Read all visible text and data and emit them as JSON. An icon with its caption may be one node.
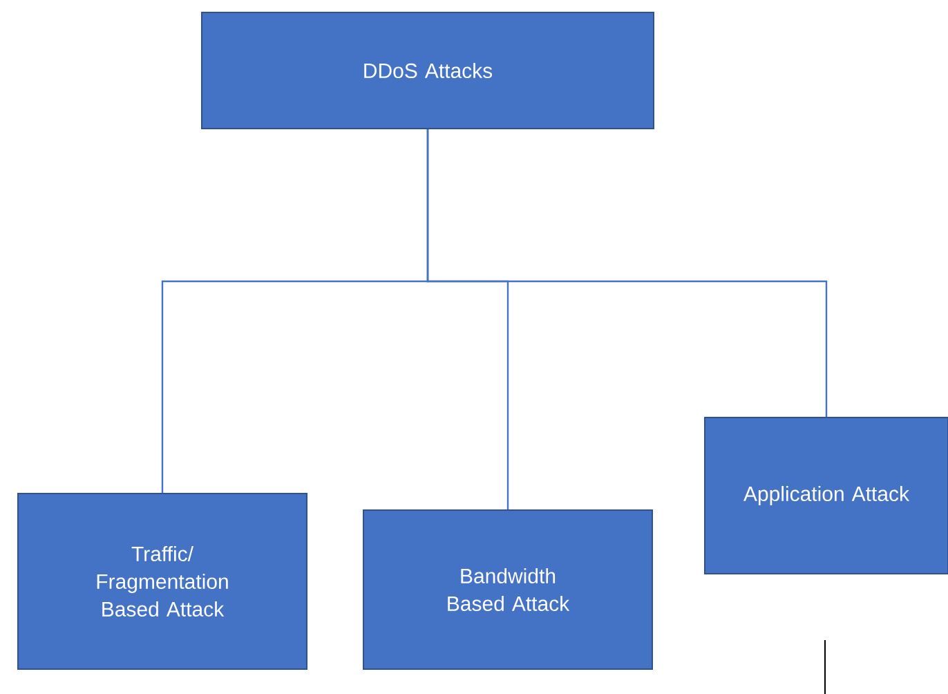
{
  "diagram": {
    "nodes": [
      {
        "text": [
          "DDoS Attacks"
        ]
      },
      {
        "text": [
          "Traffic/ Fragmentation Based Attack"
        ]
      },
      {
        "text": [
          "Bandwidth Based Attack"
        ]
      },
      {
        "text": [
          "Application Attack"
        ]
      }
    ],
    "edges": [
      {
        "from": 0,
        "to": 1,
        "arrow": "none"
      },
      {
        "from": 0,
        "to": 2,
        "arrow": "none"
      },
      {
        "from": 0,
        "to": 3,
        "arrow": "none"
      }
    ]
  }
}
